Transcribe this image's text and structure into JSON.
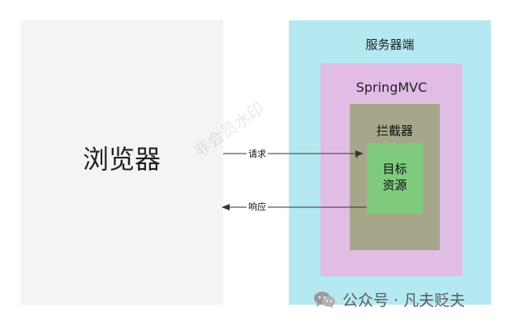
{
  "nodes": {
    "browser": "浏览器",
    "server": "服务器端",
    "springmvc": "SpringMVC",
    "interceptor": "拦截器",
    "resource_line1": "目标",
    "resource_line2": "资源"
  },
  "edges": {
    "request": "请求",
    "response": "响应"
  },
  "watermarks": {
    "diagonal": "非会员水印",
    "footer": "公众号 · 凡夫贬夫",
    "footer_icon": "wechat-icon"
  },
  "colors": {
    "browser_bg": "#f4f4f4",
    "server_bg": "#b4e9f1",
    "springmvc_bg": "#e1bde5",
    "interceptor_bg": "#a6a78a",
    "resource_bg": "#7ecb7d"
  }
}
